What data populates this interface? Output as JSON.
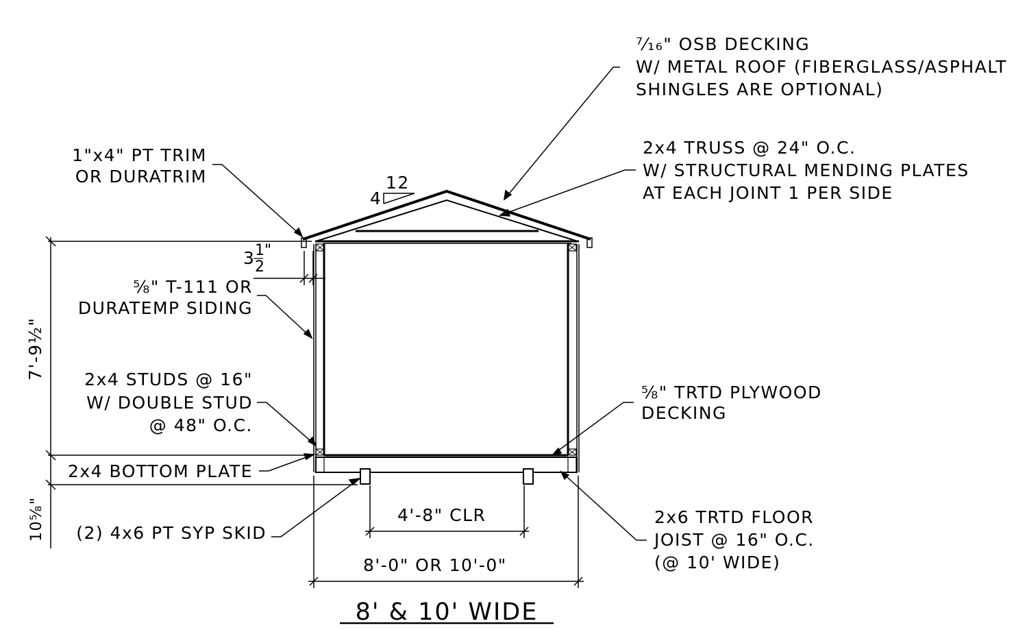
{
  "title": "8' & 10' WIDE",
  "notes": {
    "osb": [
      "⁷⁄₁₆\" OSB DECKING",
      "W/ METAL ROOF (FIBERGLASS/ASPHALT",
      "SHINGLES ARE OPTIONAL)"
    ],
    "truss": [
      "2x4 TRUSS @ 24\" O.C.",
      "W/ STRUCTURAL MENDING PLATES",
      "AT EACH JOINT 1 PER SIDE"
    ],
    "trim": [
      "1\"x4\" PT TRIM",
      "OR DURATRIM"
    ],
    "siding": [
      "⅝\" T-111 OR",
      "DURATEMP SIDING"
    ],
    "studs": [
      "2x4 STUDS @ 16\"",
      "W/ DOUBLE STUD",
      "@ 48\" O.C."
    ],
    "bottom_plate": "2x4 BOTTOM PLATE",
    "skid": "(2) 4x6 PT SYP SKID",
    "plywood": [
      "⅝\" TRTD PLYWOOD",
      "DECKING"
    ],
    "joist": [
      "2x6 TRTD FLOOR",
      "JOIST @ 16\" O.C.",
      "(@ 10' WIDE)"
    ]
  },
  "pitch": {
    "rise": "4",
    "run": "12"
  },
  "dimensions": {
    "wall_height": "7'-9½\"",
    "floor_height": "10⅝\"",
    "stud_depth_whole": "3",
    "stud_depth_num": "1",
    "stud_depth_den": "2",
    "clear": "4'-8\" CLR",
    "width": "8'-0\" OR 10'-0\""
  }
}
